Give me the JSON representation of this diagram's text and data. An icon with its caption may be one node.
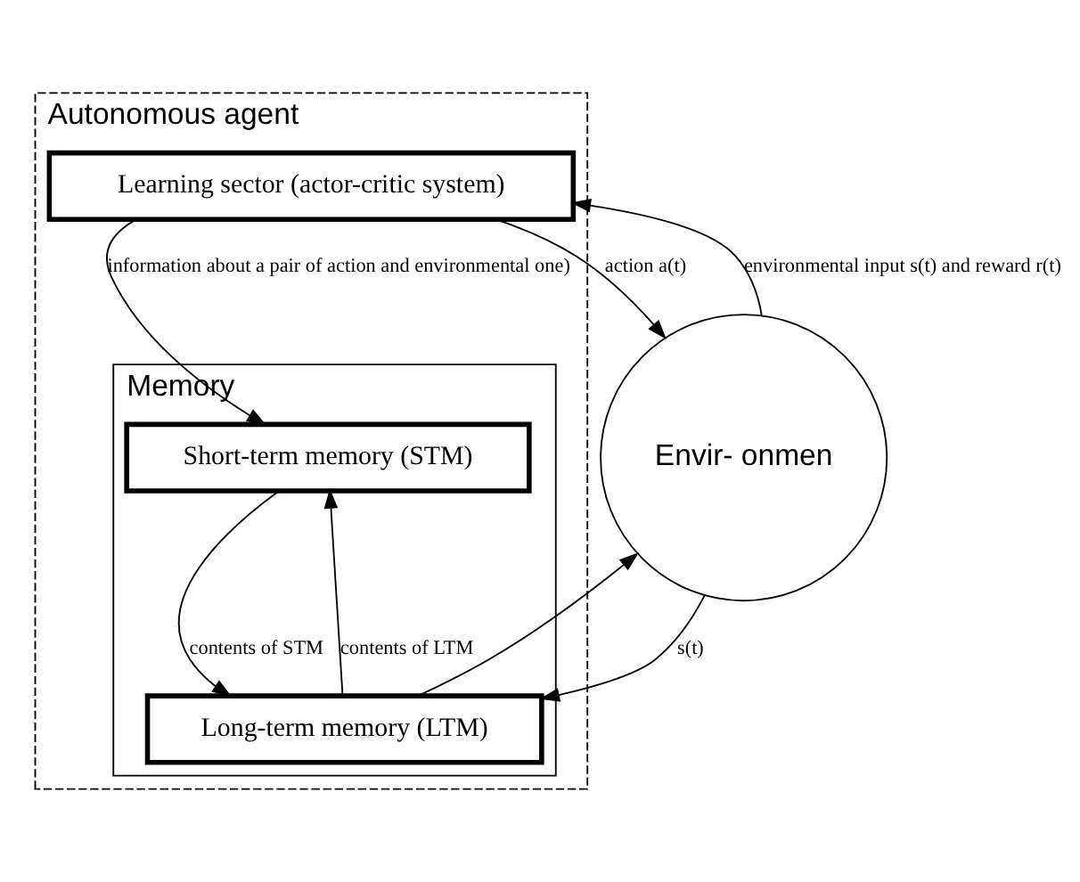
{
  "diagram": {
    "nodes": [
      {
        "text": [
          "Autonomous agent"
        ]
      },
      {
        "text": [
          "Learning sector (actor-critic system)"
        ],
        "in": 0
      },
      {
        "text": [
          "Memory"
        ],
        "in": 0
      },
      {
        "text": [
          "Short-term memory (STM)"
        ],
        "in": 2
      },
      {
        "text": [
          "Long-term memory (LTM)"
        ],
        "in": 2
      },
      {
        "text": [
          "Envir- onmen"
        ]
      }
    ],
    "edges": [
      {
        "from": 5,
        "to": 1,
        "arrow": "to",
        "label": "environmental input s(t) and reward r(t)"
      },
      {
        "from": 1,
        "to": 5,
        "arrow": "to",
        "label": "action a(t)"
      },
      {
        "from": 1,
        "to": 3,
        "arrow": "to",
        "label": "information about a pair of action and environmental one)"
      },
      {
        "from": 3,
        "to": 4,
        "arrow": "to",
        "label": "contents of STM"
      },
      {
        "from": 4,
        "to": 3,
        "arrow": "to",
        "label": "contents of LTM"
      },
      {
        "from": 5,
        "to": 4,
        "arrow": "to",
        "label": "s(t)"
      },
      {
        "from": 4,
        "to": 5,
        "arrow": "to"
      }
    ]
  }
}
